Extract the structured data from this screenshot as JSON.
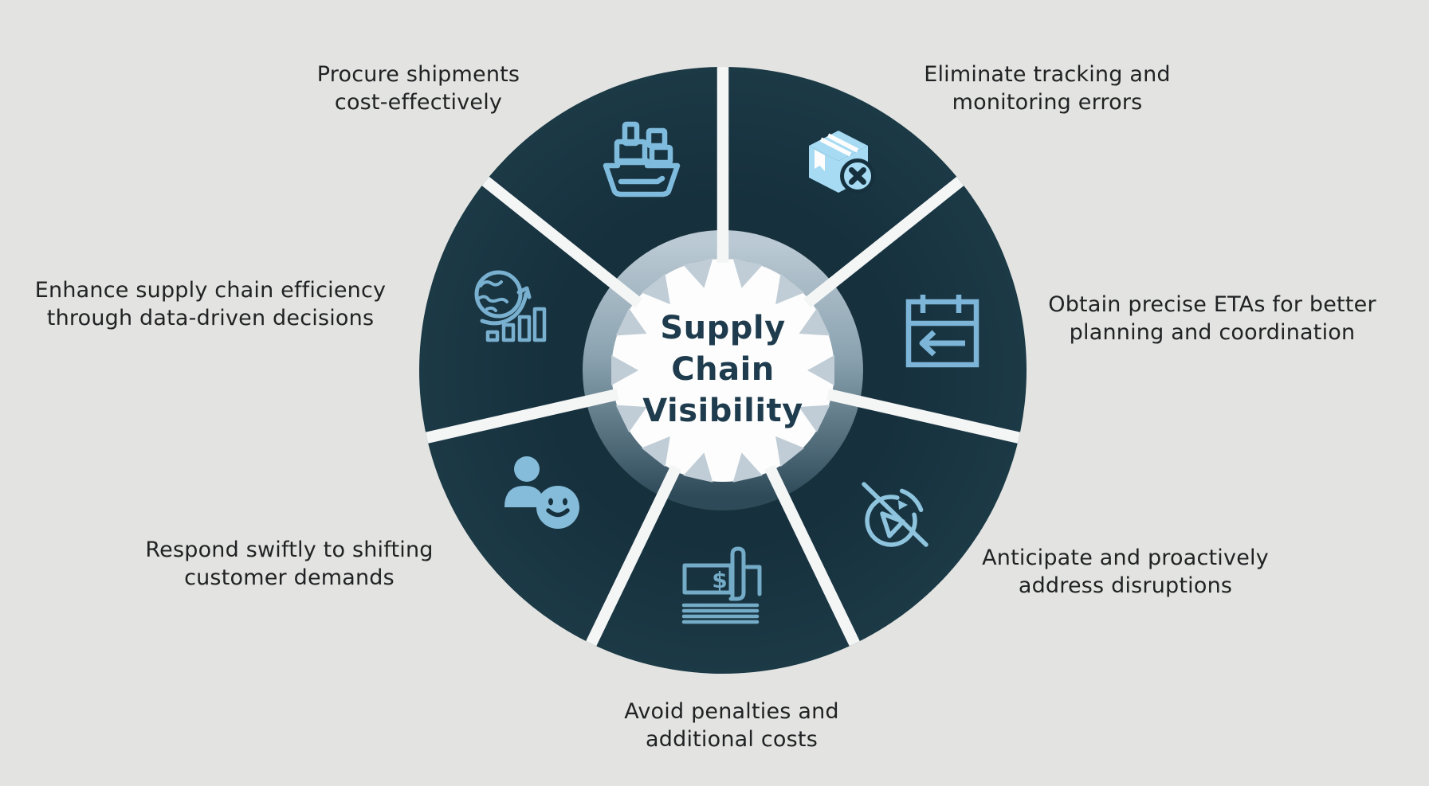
{
  "page": {
    "background": "#e3e4e2"
  },
  "wheel": {
    "center": {
      "lines": [
        "Supply",
        "Chain",
        "Visibility"
      ],
      "text_color": "#1e3c4e"
    },
    "colors": {
      "segment_navy": "#16303d",
      "ring_gradient_top": "#bac9d3",
      "ring_gradient_bottom": "#2e4a58",
      "hub_white": "#fdfdfd",
      "starburst_gray": "#c0cdd6",
      "divider_white": "#f4f6f6",
      "icon_blue": "#7fbbdc",
      "icon_light_blue": "#a6dbf3",
      "label_text": "#202223"
    },
    "items": [
      {
        "name": "procure-shipments",
        "icon": "cargo-ship-icon",
        "label_lines": [
          "Procure shipments",
          "cost-effectively"
        ]
      },
      {
        "name": "eliminate-errors",
        "icon": "broken-package-icon",
        "label_lines": [
          "Eliminate tracking and",
          "monitoring errors"
        ]
      },
      {
        "name": "obtain-etas",
        "icon": "eta-calendar-icon",
        "label_lines": [
          "Obtain precise ETAs for better",
          "planning and coordination"
        ]
      },
      {
        "name": "anticipate-disruptions",
        "icon": "radar-icon",
        "label_lines": [
          "Anticipate and proactively",
          "address disruptions"
        ]
      },
      {
        "name": "avoid-penalties",
        "icon": "cash-penalty-icon",
        "label_lines": [
          "Avoid penalties and",
          "additional costs"
        ]
      },
      {
        "name": "respond-customer-demands",
        "icon": "customer-smiley-icon",
        "label_lines": [
          "Respond swiftly to shifting",
          "customer demands"
        ]
      },
      {
        "name": "enhance-efficiency",
        "icon": "global-growth-icon",
        "label_lines": [
          "Enhance supply chain efficiency",
          "through data-driven decisions"
        ]
      }
    ]
  }
}
